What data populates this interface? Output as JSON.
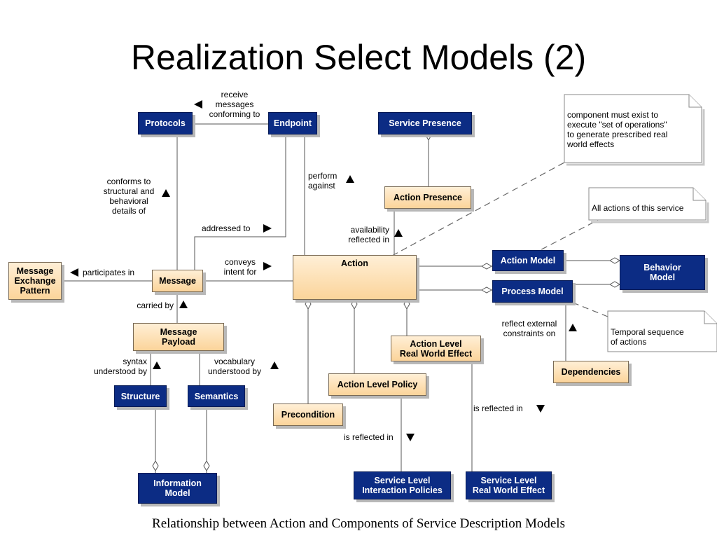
{
  "title": "Realization Select Models (2)",
  "caption": "Relationship between Action and Components of Service Description Models",
  "colors": {
    "blue_box": "#0c2c84",
    "tan_box_top": "#ffefd6",
    "tan_box_bottom": "#fbd49a"
  },
  "boxes": {
    "protocols": "Protocols",
    "endpoint": "Endpoint",
    "service_presence": "Service Presence",
    "action_presence": "Action Presence",
    "mep_1": "Message",
    "mep_2": "Exchange",
    "mep_3": "Pattern",
    "message": "Message",
    "action": "Action",
    "action_model": "Action Model",
    "behavior_model_1": "Behavior",
    "behavior_model_2": "Model",
    "process_model": "Process Model",
    "message_payload_1": "Message",
    "message_payload_2": "Payload",
    "structure": "Structure",
    "semantics": "Semantics",
    "information_model_1": "Information",
    "information_model_2": "Model",
    "action_level_rwe_1": "Action Level",
    "action_level_rwe_2": "Real World Effect",
    "action_level_policy": "Action Level Policy",
    "precondition": "Precondition",
    "dependencies": "Dependencies",
    "sl_interaction_1": "Service Level",
    "sl_interaction_2": "Interaction Policies",
    "sl_rwe_1": "Service Level",
    "sl_rwe_2": "Real World Effect"
  },
  "labels": {
    "receive_1": "receive",
    "receive_2": "messages",
    "receive_3": "conforming to",
    "conforms_1": "conforms to",
    "conforms_2": "structural and",
    "conforms_3": "behavioral",
    "conforms_4": "details of",
    "perform_1": "perform",
    "perform_2": "against",
    "addressed_to": "addressed to",
    "availability_1": "availability",
    "availability_2": "reflected in",
    "conveys_1": "conveys",
    "conveys_2": "intent for",
    "participates_in": "participates in",
    "carried_by": "carried by",
    "syntax_1": "syntax",
    "syntax_2": "understood by",
    "vocab_1": "vocabulary",
    "vocab_2": "understood by",
    "reflect_ext_1": "reflect external",
    "reflect_ext_2": "constraints on",
    "is_reflected_in_a": "is reflected in",
    "is_reflected_in_b": "is reflected in"
  },
  "notes": {
    "component_1": "component must exist to",
    "component_2": "execute \"set of operations\"",
    "component_3": "to generate prescribed real",
    "component_4": "world effects",
    "all_actions": "All actions of this service",
    "temporal_1": "Temporal sequence",
    "temporal_2": "of actions"
  }
}
